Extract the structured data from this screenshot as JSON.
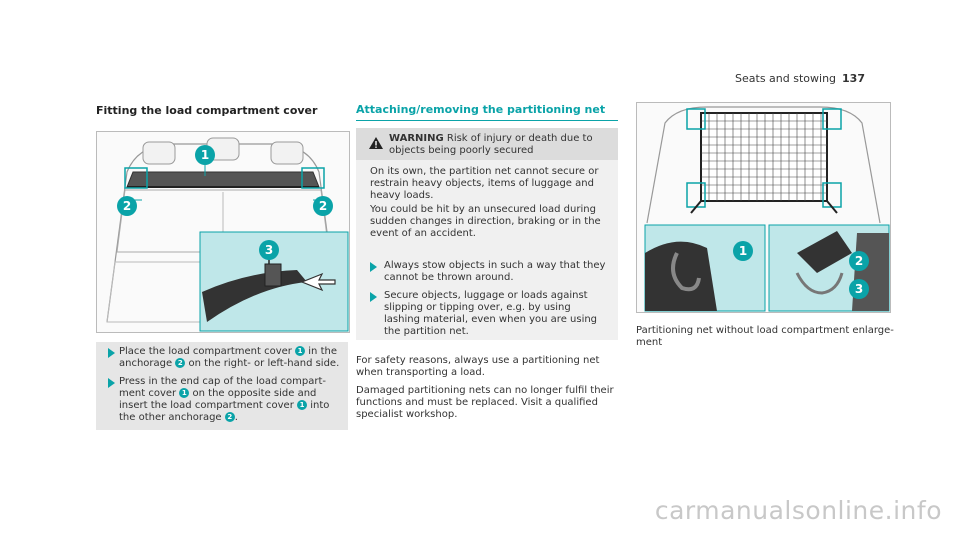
{
  "header": {
    "section": "Seats and stowing",
    "page_number": "137"
  },
  "left": {
    "heading": "Fitting the load compartment cover",
    "figure": {
      "callouts": [
        "1",
        "2",
        "2",
        "3"
      ]
    },
    "steps": [
      {
        "pre": "Place the load compartment cover",
        "n1": "1",
        "mid": "in the anchorage",
        "n2": "2",
        "post": "on the right- or left-hand side."
      },
      {
        "pre": "Press in the end cap of the load compart- ment cover",
        "n1": "1",
        "mid": "on the opposite side and insert the load compartment cover",
        "n2": "1",
        "mid2": "into the other anchorage",
        "n3": "2",
        "post": "."
      }
    ]
  },
  "middle": {
    "heading": "Attaching/removing the partitioning net",
    "warning": {
      "label": "WARNING",
      "title": "Risk of injury or death due to objects being poorly secured",
      "body": "On its own, the partition net cannot secure or restrain heavy objects, items of luggage and heavy loads.",
      "body2": "You could be hit by an unsecured load during sudden changes in direction, braking or in the event of an accident.",
      "steps": [
        "Always stow objects in such a way that they cannot be thrown around.",
        "Secure objects, luggage or loads against slipping or tipping over, e.g. by using lashing material, even when you are using the partition net."
      ]
    },
    "para1": "For safety reasons, always use a partitioning net when transporting a load.",
    "para2": "Damaged partitioning nets can no longer fulfil their functions and must be replaced. Visit a qualified specialist workshop."
  },
  "right": {
    "figure": {
      "callouts": [
        "1",
        "2",
        "3"
      ]
    },
    "caption": "Partitioning net without load compartment enlarge- ment"
  },
  "watermark": "carmanualsonline.info",
  "colors": {
    "accent": "#0aa3a8",
    "inset": "#bfe7e9"
  }
}
